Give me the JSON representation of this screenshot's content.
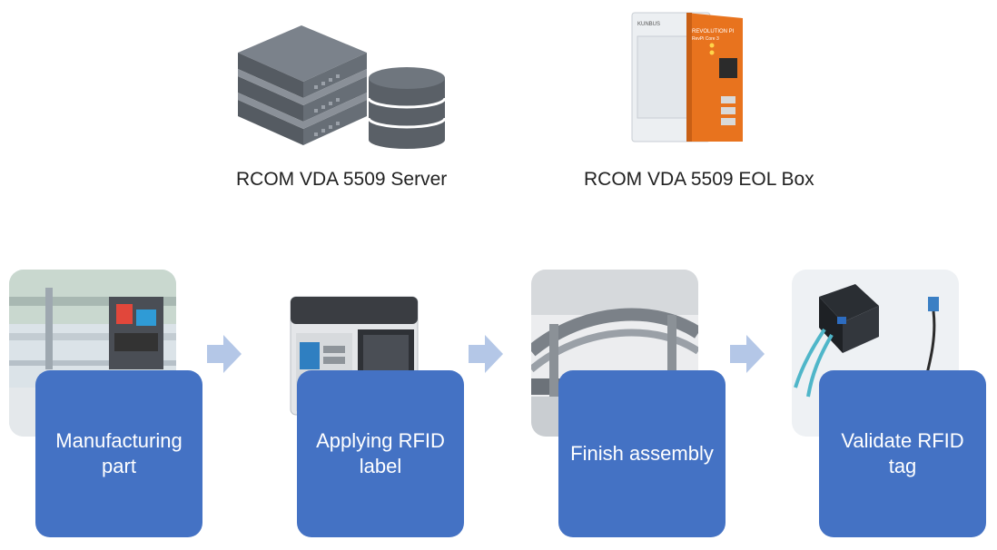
{
  "colors": {
    "step_box": "#4472C4",
    "arrow": "#B4C7E7",
    "server_dark": "#595F66",
    "server_mid": "#707780",
    "eol_orange": "#E8731E"
  },
  "devices": [
    {
      "label": "RCOM VDA 5509 Server",
      "icon": "server-database-icon"
    },
    {
      "label": "RCOM VDA 5509 EOL Box",
      "icon": "revolution-pi-box-icon"
    }
  ],
  "eol_box": {
    "brand": "REVOLUTION PI",
    "model": "RevPi Core 3",
    "maker": "KUNBUS"
  },
  "process_steps": [
    {
      "label": "Manufacturing part",
      "photo": "machine-photo"
    },
    {
      "label": "Applying RFID label",
      "photo": "label-printer-photo"
    },
    {
      "label": "Finish assembly",
      "photo": "conveyor-photo"
    },
    {
      "label": "Validate RFID tag",
      "photo": "rfid-reader-photo"
    }
  ]
}
